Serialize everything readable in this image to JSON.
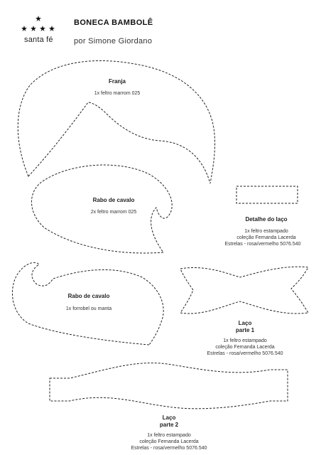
{
  "brand": {
    "name": "santa fé",
    "logo_icon": "stars-crown-icon"
  },
  "header": {
    "title": "BONECA BAMBOLÊ",
    "author": "por Simone Giordano"
  },
  "pieces": {
    "franja": {
      "name": "Franja",
      "material": "1x feltro marrom 025"
    },
    "rabo1": {
      "name": "Rabo de cavalo",
      "material": "2x feltro marrom 025"
    },
    "detalhe": {
      "name": "Detalhe do laço",
      "lines": [
        "1x feltro estampado",
        "coleção Fernanda Lacerda",
        "Estrelas - rosa/vermelho 5076.540"
      ]
    },
    "rabo2": {
      "name": "Rabo de cavalo",
      "material": "1x forrobel ou manta"
    },
    "laco1": {
      "name_1": "Laço",
      "name_2": "parte 1",
      "lines": [
        "1x feltro estampado",
        "coleção Fernanda Lacerda",
        "Estrelas - rosa/vermelho 5076.540"
      ]
    },
    "laco2": {
      "name_1": "Laço",
      "name_2": "parte 2",
      "lines": [
        "1x feltro estampado",
        "coleção Fernanda Lacerda",
        "Estrelas - rosa/vermelho 5076.540"
      ]
    }
  }
}
